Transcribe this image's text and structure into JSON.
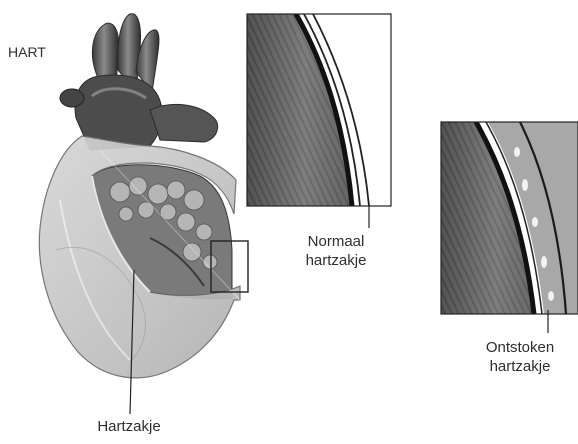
{
  "diagram": {
    "title": "HART",
    "labels": {
      "normal": [
        "Normaal",
        "hartzakje"
      ],
      "inflamed": [
        "Ontstoken",
        "hartzakje"
      ],
      "pericardium": "Hartzakje"
    }
  }
}
